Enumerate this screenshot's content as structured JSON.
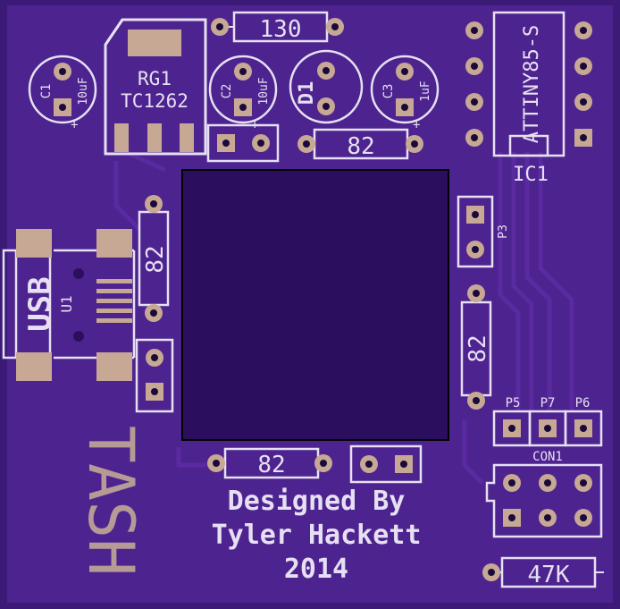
{
  "board": {
    "colors": {
      "substrate": "#3b1a78",
      "copper": "#4d238f",
      "trace": "#5a2aa0",
      "silkscreen": "#e6e0f2",
      "pad": "#c7a894",
      "hole": "#1a0a3a",
      "mcu_body": "#2b0f5e",
      "fab_text": "#b59a96"
    },
    "labels": {
      "rg1_name": "RG1",
      "rg1_value": "TC1262",
      "c1_name": "C1",
      "c1_value": "10uF",
      "c2_name": "C2",
      "c2_value": "10uF",
      "c3_name": "C3",
      "c3_value": "1uF",
      "r_top_value": "130",
      "r_mid_value": "82",
      "r_left_value": "82",
      "r_right_value": "82",
      "r_bottom_value": "82",
      "r_47k_value": "47K",
      "d1_name": "D1",
      "ic1_part": "ATTINY85-S",
      "ic1_name": "IC1",
      "p3_name": "P3",
      "p5_name": "P5",
      "p7_name": "P7",
      "p6_name": "P6",
      "con1_name": "CON1",
      "usb_label": "USB",
      "u1_name": "U1",
      "plus_sign": "+",
      "brand": "TASH",
      "credit_line1": "Designed By",
      "credit_line2": "Tyler Hackett",
      "credit_line3": "2014"
    }
  }
}
